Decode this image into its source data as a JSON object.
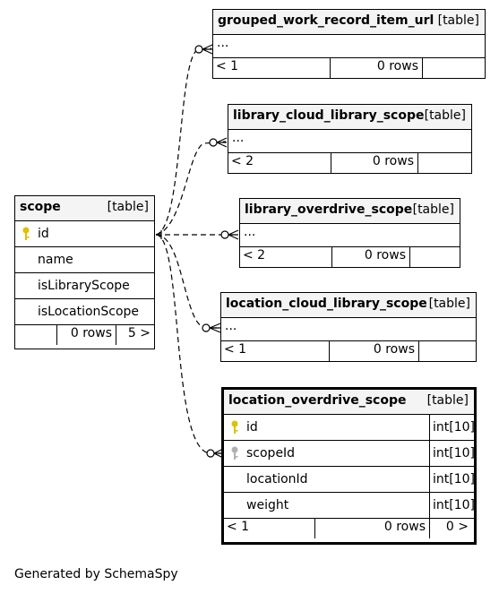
{
  "tables": {
    "grouped_work_record_item_url": {
      "name": "grouped_work_record_item_url",
      "kind": "[table]",
      "row": "...",
      "parents": "< 1",
      "rows": "0 rows",
      "children": ""
    },
    "library_cloud_library_scope": {
      "name": "library_cloud_library_scope",
      "kind": "[table]",
      "row": "...",
      "parents": "< 2",
      "rows": "0 rows",
      "children": ""
    },
    "library_overdrive_scope": {
      "name": "library_overdrive_scope",
      "kind": "[table]",
      "row": "...",
      "parents": "< 2",
      "rows": "0 rows",
      "children": ""
    },
    "location_cloud_library_scope": {
      "name": "location_cloud_library_scope",
      "kind": "[table]",
      "row": "...",
      "parents": "< 1",
      "rows": "0 rows",
      "children": ""
    },
    "scope": {
      "name": "scope",
      "kind": "[table]",
      "columns": [
        "id",
        "name",
        "isLibraryScope",
        "isLocationScope"
      ],
      "parents": "",
      "rows": "0 rows",
      "children": "5 >"
    },
    "location_overdrive_scope": {
      "name": "location_overdrive_scope",
      "kind": "[table]",
      "columns": [
        {
          "name": "id",
          "type": "int[10]"
        },
        {
          "name": "scopeId",
          "type": "int[10]"
        },
        {
          "name": "locationId",
          "type": "int[10]"
        },
        {
          "name": "weight",
          "type": "int[10]"
        }
      ],
      "parents": "< 1",
      "rows": "0 rows",
      "children": "0 >"
    }
  },
  "footer": "Generated by SchemaSpy",
  "colors": {
    "primary_key": "#e0c000",
    "foreign_key": "#b0b0b0",
    "header_bg": "#f4f4f4"
  }
}
